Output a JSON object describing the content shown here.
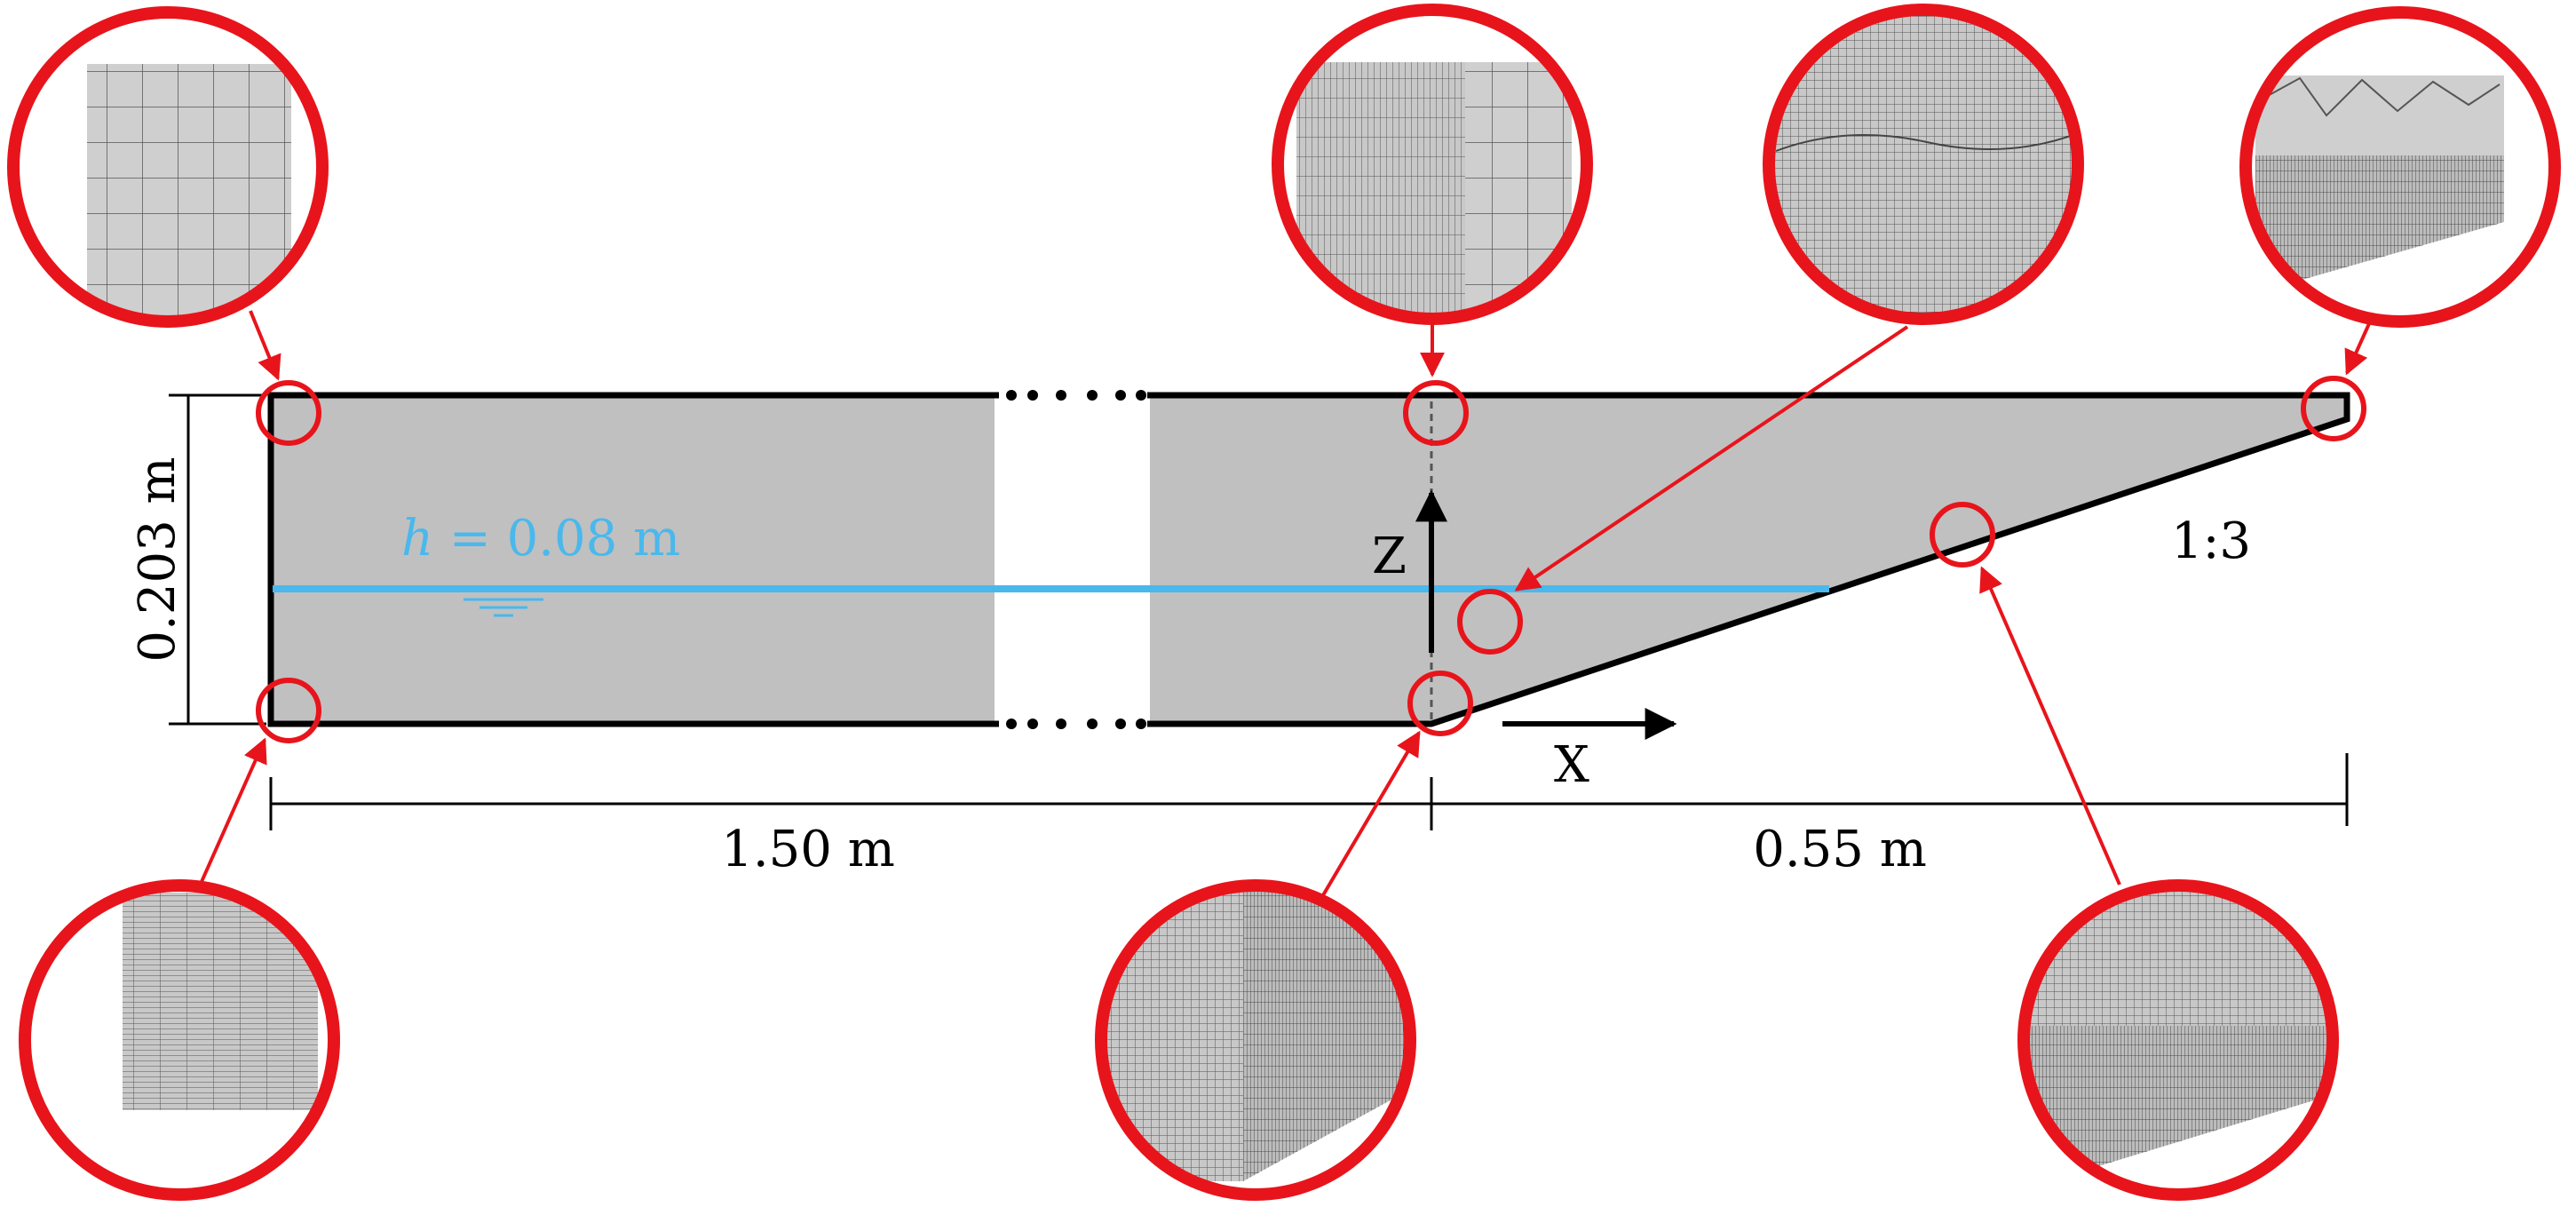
{
  "labels": {
    "height_dim": "0.203 m",
    "water_symbol": "h",
    "water_eq": " = 0.08 m",
    "z_axis": "Z",
    "x_axis": "X",
    "length_left": "1.50 m",
    "length_right": "0.55 m",
    "slope": "1:3"
  },
  "colors": {
    "domain_fill": "#c0c0c0",
    "water": "#4ab8ec",
    "highlight": "#e8141b",
    "outline": "#000000",
    "mesh_bg": "#cfcfcf",
    "mesh_line": "#555555"
  },
  "insets": [
    {
      "name": "inset-top-left-corner",
      "mesh": "coarse-grid"
    },
    {
      "name": "inset-top-interface",
      "mesh": "graded-grid"
    },
    {
      "name": "inset-free-surface",
      "mesh": "fine-grid"
    },
    {
      "name": "inset-top-right-corner",
      "mesh": "boundary-layer-grid"
    },
    {
      "name": "inset-bottom-left-corner",
      "mesh": "boundary-layer-grid"
    },
    {
      "name": "inset-slope-toe",
      "mesh": "boundary-layer-grid"
    },
    {
      "name": "inset-slope-surface",
      "mesh": "boundary-layer-grid"
    }
  ]
}
